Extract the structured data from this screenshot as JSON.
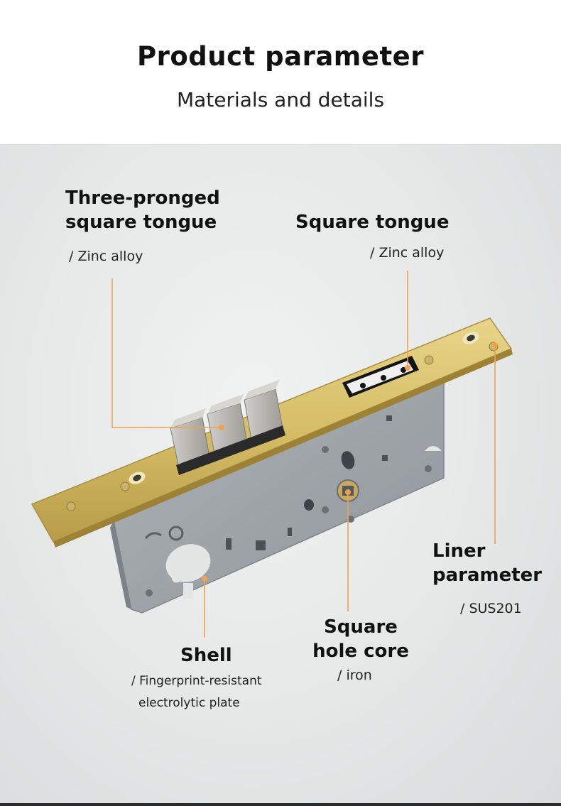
{
  "header": {
    "title": "Product parameter",
    "subtitle": "Materials and details"
  },
  "callouts": {
    "three_pronged": {
      "line1": "Three-pronged",
      "line2": "square tongue",
      "material": "/ Zinc alloy"
    },
    "square_tongue": {
      "title": "Square tongue",
      "material": "/ Zinc alloy"
    },
    "liner": {
      "line1": "Liner",
      "line2": "parameter",
      "material": "/ SUS201"
    },
    "square_hole": {
      "line1": "Square",
      "line2": "hole core",
      "material": "/ iron"
    },
    "shell": {
      "title": "Shell",
      "material_line1": "/ Fingerprint-resistant",
      "material_line2": "electrolytic plate"
    }
  },
  "colors": {
    "leader_line": "#f0a050",
    "plate_gold": "#d8c06c",
    "body_gray": "#9da3a8",
    "background": "#e8eaea"
  }
}
